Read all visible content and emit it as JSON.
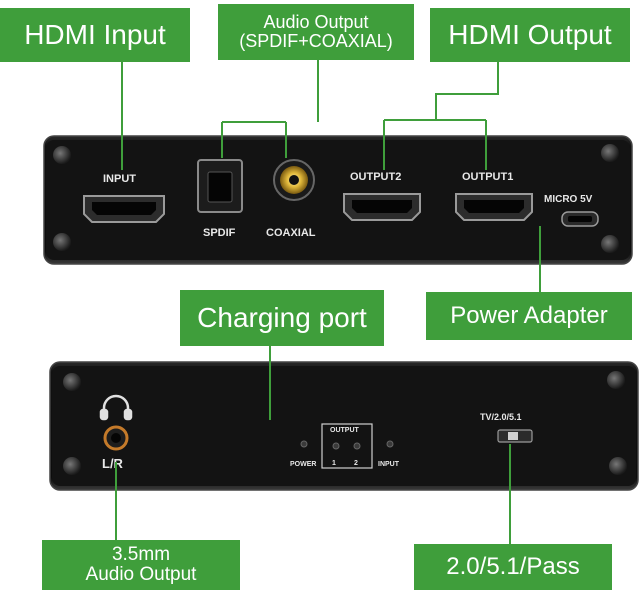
{
  "callouts": {
    "hdmi_input": "HDMI Input",
    "audio_output_line1": "Audio Output",
    "audio_output_line2": "(SPDIF+COAXIAL)",
    "hdmi_output": "HDMI Output",
    "charging_port": "Charging port",
    "power_adapter": "Power Adapter",
    "headphone_line1": "3.5mm",
    "headphone_line2": "Audio Output",
    "mode_switch": "2.0/5.1/Pass"
  },
  "front_panel": {
    "input_label": "INPUT",
    "spdif_label": "SPDIF",
    "coaxial_label": "COAXIAL",
    "output2_label": "OUTPUT2",
    "output1_label": "OUTPUT1",
    "micro_label": "MICRO 5V"
  },
  "back_panel": {
    "lr_label": "L/R",
    "output_label": "OUTPUT",
    "power_label": "POWER",
    "led1_label": "1",
    "led2_label": "2",
    "input_label": "INPUT",
    "mode_label": "TV/2.0/5.1"
  },
  "colors": {
    "callout_green": "#3f9e3b",
    "device_black": "#141414",
    "leader_line": "#3f9e3b"
  }
}
